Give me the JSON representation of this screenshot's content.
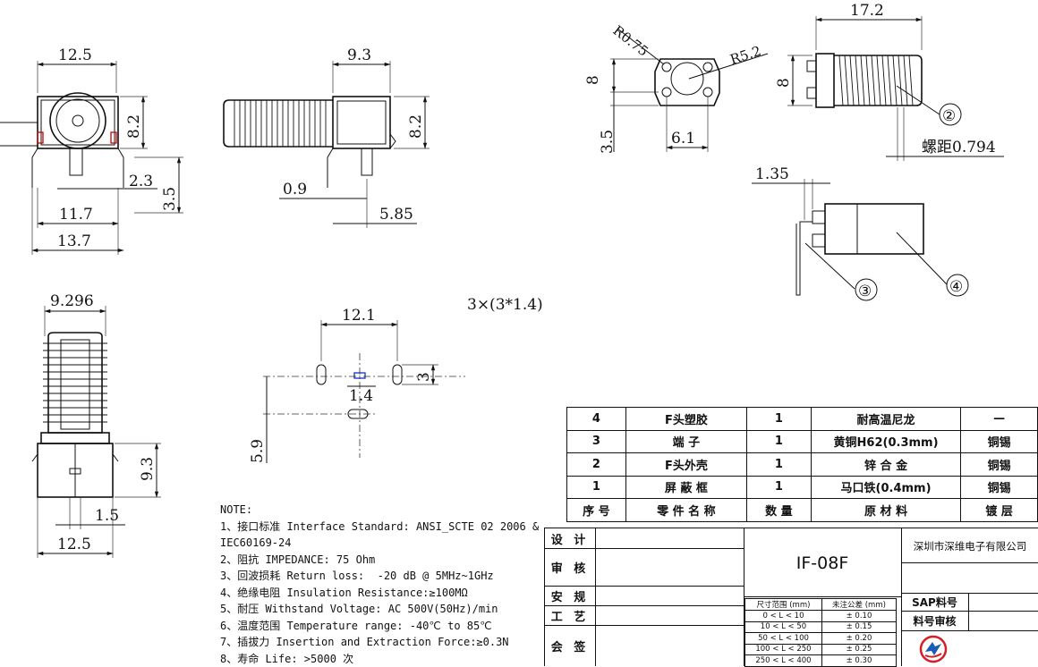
{
  "dimensions": {
    "front_top_width": "12.5",
    "front_height": "8.2",
    "front_pin_offset": "2.3",
    "front_pin_len": "3.5",
    "front_width_mid": "11.7",
    "front_width_bottom": "13.7",
    "side_width": "9.3",
    "side_height": "8.2",
    "side_pin_offset": "0.9",
    "side_pin_pos": "5.85",
    "rear_hole_r": "R0.75",
    "rear_body_r": "R5.2",
    "rear_height": "8",
    "rear_pin_len": "3.5",
    "rear_pin_span": "6.1",
    "top_len": "17.2",
    "top_height": "8",
    "thread_pitch": "螺距0.794",
    "detail_offset": "1.35",
    "bottom_width": "9.296",
    "bottom_height": "9.3",
    "bottom_pin": "1.5",
    "bottom_base_width": "12.5",
    "pcb_span": "12.1",
    "pcb_slot": "1.4",
    "pcb_slot_len": "3",
    "pcb_offset": "5.9",
    "pcb_holes": "3×(3*1.4)"
  },
  "balloons": [
    "②",
    "③",
    "④"
  ],
  "notes": {
    "heading": "NOTE:",
    "lines": [
      "1、接口标准 Interface Standard: ANSI_SCTE 02 2006 &",
      "IEC60169-24",
      "2、阻抗 IMPEDANCE: 75 Ohm",
      "3、回波损耗 Return loss:  -20 dB @ 5MHz~1GHz",
      "4、绝缘电阻 Insulation Resistance:≥100MΩ",
      "5、耐压 Withstand Voltage: AC 500V(50Hz)/min",
      "6、温度范围 Temperature range: -40℃ to 85℃",
      "7、插拔力 Insertion and Extraction Force:≥0.3N",
      "8、寿命 Life: >5000 次"
    ]
  },
  "bom": {
    "rows": [
      [
        "4",
        "F头塑胶",
        "1",
        "耐高温尼龙",
        "—"
      ],
      [
        "3",
        "端 子",
        "1",
        "黄铜H62(0.3mm)",
        "铜锡"
      ],
      [
        "2",
        "F头外壳",
        "1",
        "锌 合 金",
        "铜锡"
      ],
      [
        "1",
        "屏 蔽 框",
        "1",
        "马口铁(0.4mm)",
        "铜锡"
      ]
    ],
    "header": [
      "序 号",
      "零 件 名 称",
      "数 量",
      "原 材 料",
      "镀 层"
    ]
  },
  "title_block": {
    "labels": [
      "设 计",
      "审 核",
      "安 规",
      "工 艺",
      "会 签"
    ],
    "part_no": "IF-08F",
    "company": "深圳市深维电子有限公司",
    "sap_label": "SAP料号",
    "sap_review_label": "料号审核",
    "tolerance_header": [
      "尺寸范围 (mm)",
      "未注公差 (mm)"
    ],
    "tolerance_rows": [
      [
        "0 < L < 10",
        "± 0.10"
      ],
      [
        "10 < L < 50",
        "± 0.15"
      ],
      [
        "50 < L < 100",
        "± 0.20"
      ],
      [
        "100 < L < 250",
        "± 0.25"
      ],
      [
        "250 < L < 400",
        "± 0.30"
      ]
    ]
  }
}
